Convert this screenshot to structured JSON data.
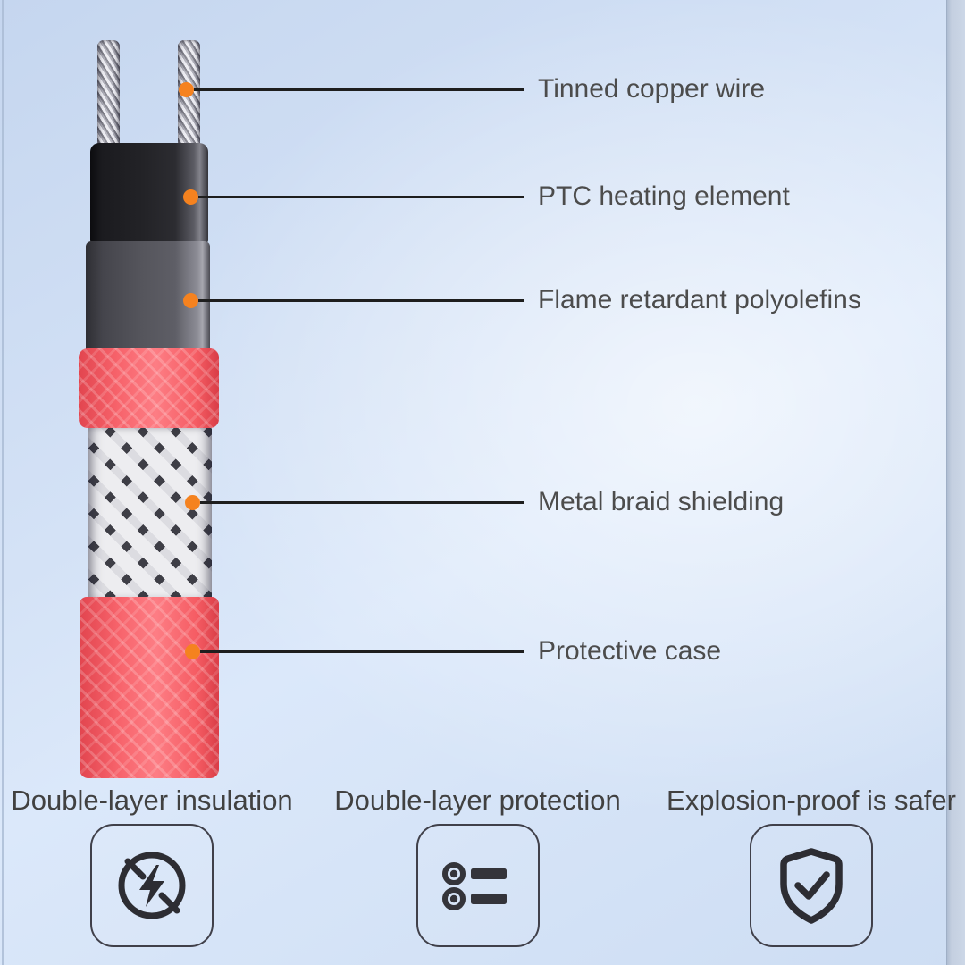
{
  "callouts": [
    {
      "label": "Tinned copper wire"
    },
    {
      "label": "PTC heating element"
    },
    {
      "label": "Flame retardant polyolefins"
    },
    {
      "label": "Metal braid shielding"
    },
    {
      "label": "Protective case"
    }
  ],
  "features": [
    {
      "label": "Double-layer insulation",
      "icon": "no-electric-shock-icon"
    },
    {
      "label": "Double-layer protection",
      "icon": "list-icon"
    },
    {
      "label": "Explosion-proof is safer",
      "icon": "shield-check-icon"
    }
  ],
  "colors": {
    "accent_orange": "#F5821F",
    "cable_red": "#F4616A",
    "line_black": "#1E1E1E",
    "label_gray": "#4C4C4C",
    "background_blue": "#D4E2F6",
    "icon_dark": "#2D2D33"
  }
}
